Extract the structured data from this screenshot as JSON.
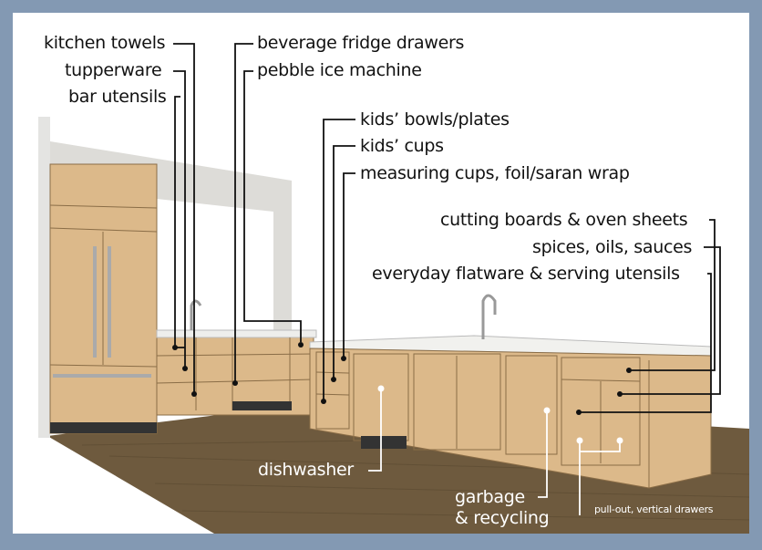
{
  "colors": {
    "frame": "#8399b3",
    "wood": "#dcb98a",
    "floor": "#6e5a3e",
    "leader_dark": "#111111",
    "leader_light": "#ffffff"
  },
  "labels": {
    "kitchen_towels": "kitchen towels",
    "tupperware": "tupperware",
    "bar_utensils": "bar utensils",
    "beverage_fridge_drawers": "beverage fridge drawers",
    "pebble_ice_machine": "pebble ice machine",
    "kids_bowls_plates": "kids’ bowls/plates",
    "kids_cups": "kids’ cups",
    "measuring_cups": "measuring cups, foil/saran wrap",
    "cutting_boards": "cutting boards & oven sheets",
    "spices": "spices, oils, sauces",
    "flatware": "everyday flatware & serving utensils",
    "dishwasher": "dishwasher",
    "garbage_line1": "garbage",
    "garbage_line2": "& recycling",
    "pullout": "pull-out, vertical drawers"
  }
}
